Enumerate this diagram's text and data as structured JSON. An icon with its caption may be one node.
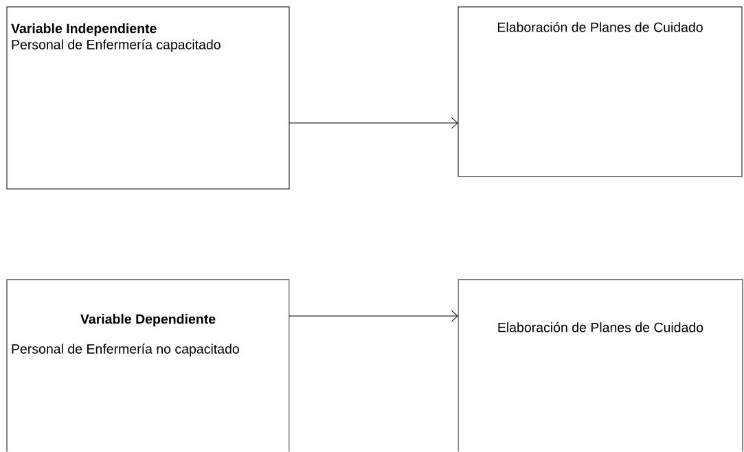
{
  "diagram": {
    "nodes": [
      {
        "text": [
          "Variable Independiente",
          "Personal de Enfermería capacitado"
        ]
      },
      {
        "text": [
          "Elaboración de Planes de Cuidado"
        ]
      },
      {
        "text": [
          "Variable Dependiente",
          "Personal de Enfermería no capacitado"
        ]
      },
      {
        "text": [
          "Elaboración de Planes de Cuidado"
        ]
      }
    ],
    "edges": [
      {
        "from": 0,
        "to": 1,
        "arrow": "to"
      },
      {
        "from": 2,
        "to": 3,
        "arrow": "to"
      }
    ]
  }
}
